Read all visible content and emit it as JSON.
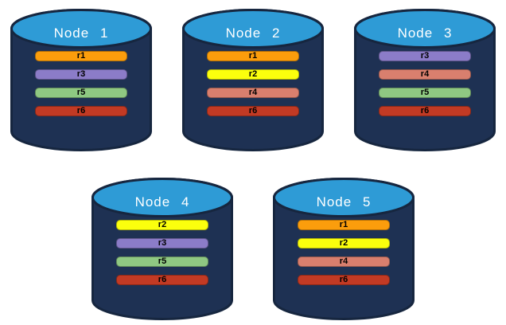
{
  "diagram": {
    "kind": "database-replication-cluster",
    "node_count": 5,
    "replica_ids": [
      "r1",
      "r2",
      "r3",
      "r4",
      "r5",
      "r6"
    ]
  },
  "colors": {
    "replica": {
      "r1": "#FB9D0C",
      "r2": "#FBFF0D",
      "r3": "#8B7CC8",
      "r4": "#D97F6E",
      "r5": "#8FC882",
      "r6": "#C23A24"
    },
    "cylinder_body": "#1E3153",
    "cylinder_outline": "#16263F",
    "cylinder_top": "#2E9BD6",
    "title_text": "#FFFFFF",
    "bar_text": "#000000",
    "background": "#FFFFFF"
  },
  "rows": [
    [
      {
        "title": "Node 1",
        "replicas": [
          {
            "id": "r1",
            "label": "r1"
          },
          {
            "id": "r3",
            "label": "r3"
          },
          {
            "id": "r5",
            "label": "r5"
          },
          {
            "id": "r6",
            "label": "r6"
          }
        ]
      },
      {
        "title": "Node 2",
        "replicas": [
          {
            "id": "r1",
            "label": "r1"
          },
          {
            "id": "r2",
            "label": "r2"
          },
          {
            "id": "r4",
            "label": "r4"
          },
          {
            "id": "r6",
            "label": "r6"
          }
        ]
      },
      {
        "title": "Node 3",
        "replicas": [
          {
            "id": "r3",
            "label": "r3"
          },
          {
            "id": "r4",
            "label": "r4"
          },
          {
            "id": "r5",
            "label": "r5"
          },
          {
            "id": "r6",
            "label": "r6"
          }
        ]
      }
    ],
    [
      {
        "title": "Node 4",
        "replicas": [
          {
            "id": "r2",
            "label": "r2"
          },
          {
            "id": "r3",
            "label": "r3"
          },
          {
            "id": "r5",
            "label": "r5"
          },
          {
            "id": "r6",
            "label": "r6"
          }
        ]
      },
      {
        "title": "Node 5",
        "replicas": [
          {
            "id": "r1",
            "label": "r1"
          },
          {
            "id": "r2",
            "label": "r2"
          },
          {
            "id": "r4",
            "label": "r4"
          },
          {
            "id": "r6",
            "label": "r6"
          }
        ]
      }
    ]
  ]
}
